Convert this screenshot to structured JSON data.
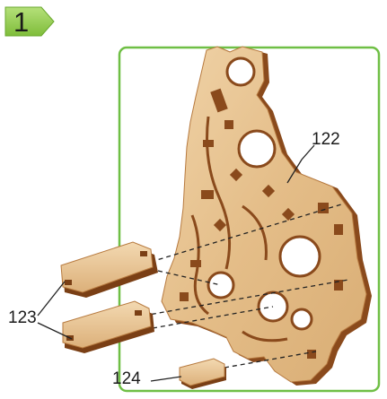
{
  "step": {
    "number": "1"
  },
  "parts": {
    "frame_label": "122",
    "foot_label": "123",
    "base_label": "124"
  },
  "colors": {
    "badge_green": "#8cc63f",
    "frame_green": "#6fbf45",
    "wood_face": "#e7c598",
    "wood_edge": "#a8652e",
    "wood_dark": "#7a3f15",
    "leader_line": "#222222"
  },
  "icons": {
    "step_badge": "arrow-tag-icon"
  }
}
